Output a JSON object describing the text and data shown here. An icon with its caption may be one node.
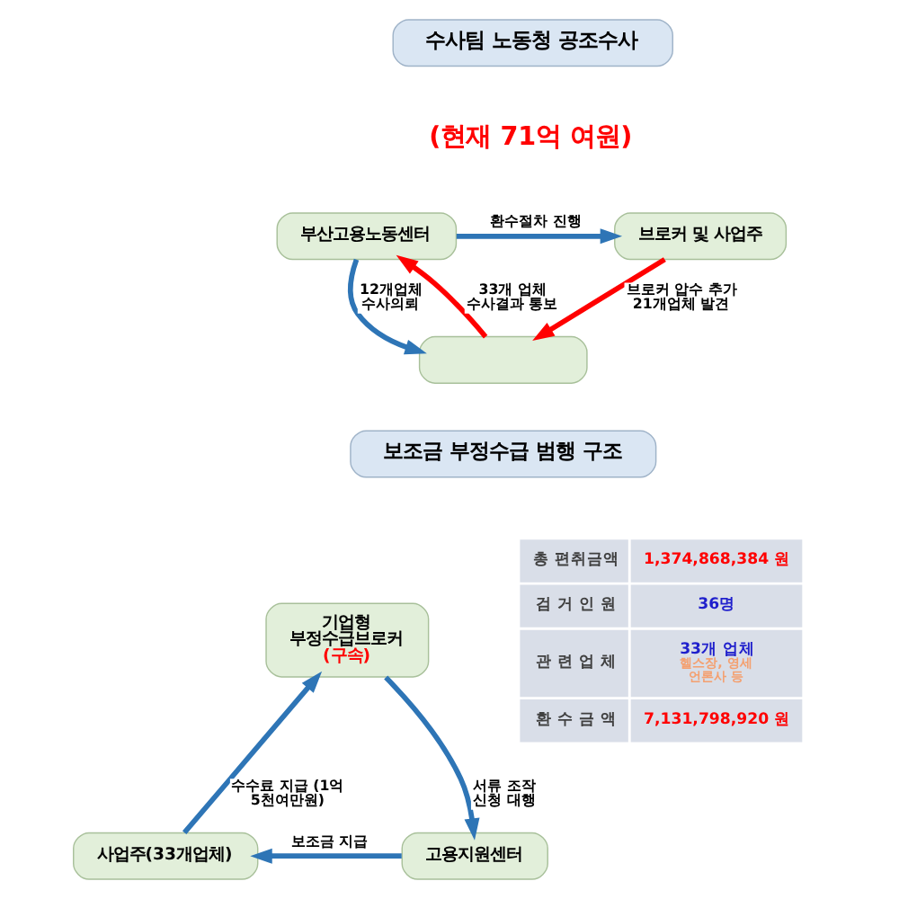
{
  "diagram": {
    "nodes": [
      {
        "text": [
          "수사팀 노동청 공조수사"
        ]
      },
      {
        "text": [
          "부산고용노동센터"
        ]
      },
      {
        "text": [
          "브로커 및 사업주"
        ]
      },
      {
        "text": [],
        "shape": "box"
      },
      {
        "text": [
          "보조금 부정수급 범행 구조"
        ]
      },
      {
        "text": [
          "기업형 부정수급브로커",
          "(구속)"
        ]
      },
      {
        "text": [
          "사업주(33개업체)"
        ]
      },
      {
        "text": [
          "고용지원센터"
        ]
      }
    ],
    "edges": [
      {
        "from": 1,
        "to": 2,
        "arrow": "to",
        "label": "환수절차 진행"
      },
      {
        "from": 1,
        "to": 3,
        "arrow": "to",
        "label": "12개업체 수사의뢰"
      },
      {
        "from": 3,
        "to": 1,
        "arrow": "to",
        "label": "33개 업체 수사결과 통보",
        "color": "#ff0000"
      },
      {
        "from": 2,
        "to": 3,
        "arrow": "to",
        "label": "브로커 압수 추가 21개업체 발견",
        "color": "#ff0000"
      },
      {
        "from": 6,
        "to": 5,
        "arrow": "to",
        "label": "수수료 지급 (1억 5천여만원)"
      },
      {
        "from": 5,
        "to": 7,
        "arrow": "to",
        "label": "서류 조작 신청 대행"
      },
      {
        "from": 7,
        "to": 6,
        "arrow": "to",
        "label": "보조금 지급"
      }
    ],
    "labels": [
      "(현재 71억 여원)",
      "총 편취금액",
      "1,374,868,384 원",
      "검 거 인 원",
      "36명",
      "관 련 업 체",
      "33개 업체",
      "헬스장, 영세 언론사 등",
      "환 수 금 액",
      "7,131,798,920 원"
    ]
  }
}
